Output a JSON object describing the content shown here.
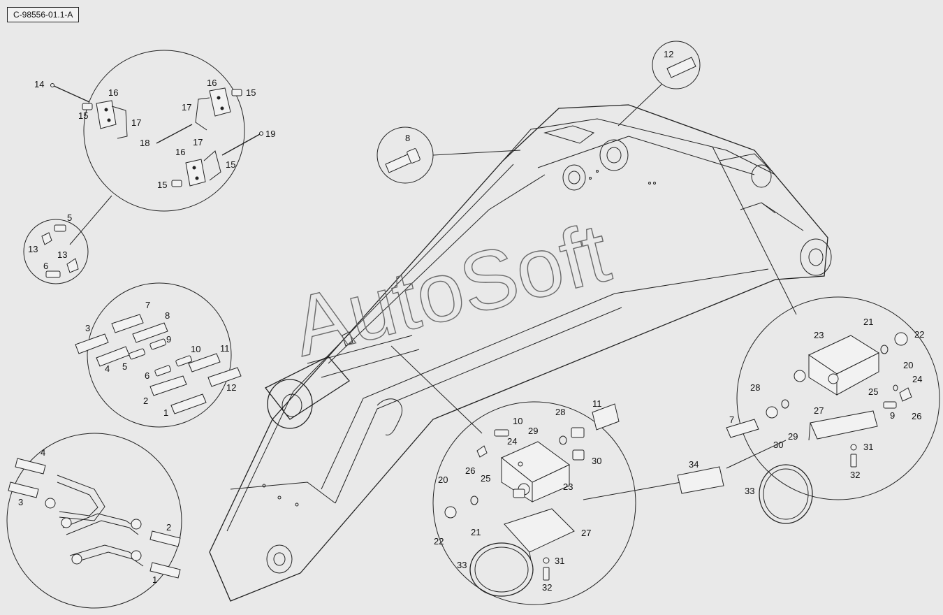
{
  "diagram_code": "C-98556-01.1-A",
  "watermark": "AutoSoft",
  "colors": {
    "background": "#e9e9e9",
    "line": "#222222",
    "part_fill": "#f2f2f2",
    "watermark": "#6a6a6a"
  },
  "callouts": {
    "d1": [
      "14",
      "16",
      "16",
      "15",
      "15",
      "17",
      "17",
      "18",
      "19",
      "17",
      "16",
      "15",
      "15"
    ],
    "d2": [
      "5",
      "13",
      "13",
      "6"
    ],
    "d3": [
      "7",
      "8",
      "3",
      "9",
      "4",
      "5",
      "10",
      "11",
      "6",
      "2",
      "12",
      "1"
    ],
    "d4": [
      "4",
      "3",
      "2",
      "1"
    ],
    "d5": [
      "12"
    ],
    "d6": [
      "8"
    ],
    "d7": [
      "11",
      "10",
      "28",
      "29",
      "24",
      "26",
      "25",
      "30",
      "20",
      "23",
      "21",
      "22",
      "27",
      "33",
      "31",
      "32"
    ],
    "d8": [
      "23",
      "21",
      "22",
      "20",
      "24",
      "25",
      "28",
      "26",
      "9",
      "27",
      "7",
      "30",
      "29",
      "31",
      "32",
      "34",
      "33"
    ]
  }
}
